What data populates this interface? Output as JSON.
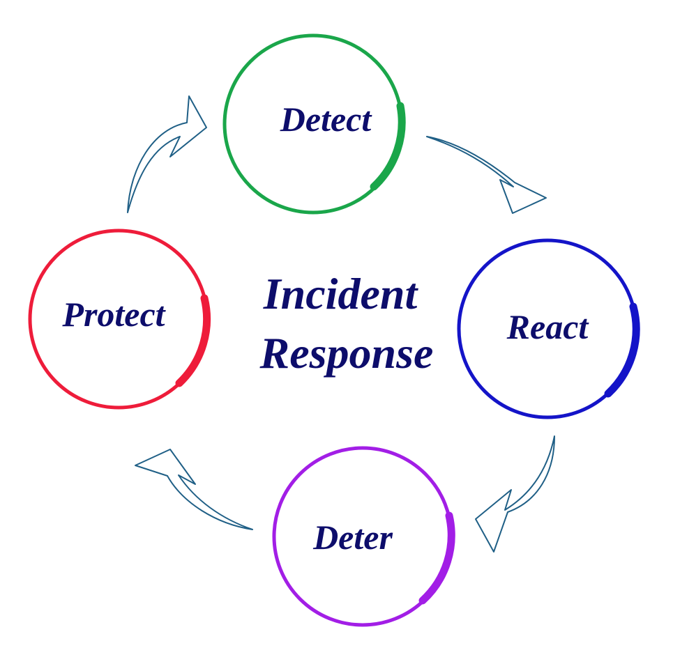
{
  "title": {
    "line1": "Incident",
    "line2": "Response"
  },
  "stages": [
    {
      "label": "Detect",
      "color": "#1aa64a"
    },
    {
      "label": "React",
      "color": "#1414c8"
    },
    {
      "label": "Deter",
      "color": "#a21ee6"
    },
    {
      "label": "Protect",
      "color": "#ee1c3a"
    }
  ],
  "arrow_color": "#1f5f86"
}
